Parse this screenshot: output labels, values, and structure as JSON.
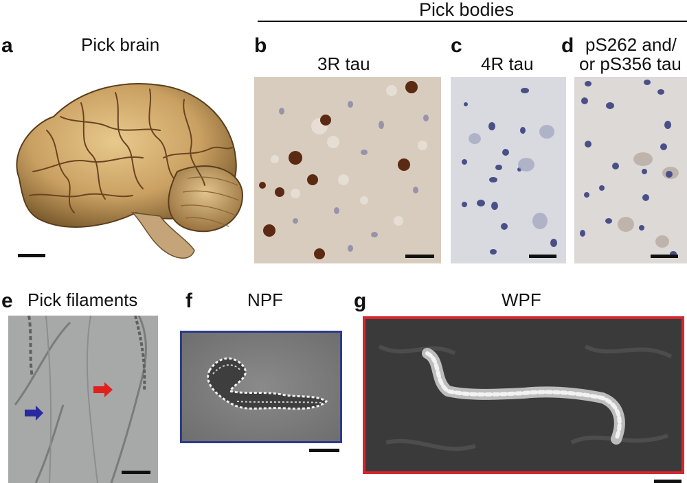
{
  "figure": {
    "header": "Pick bodies",
    "panels": {
      "a": {
        "letter": "a",
        "title": "Pick brain"
      },
      "b": {
        "letter": "b",
        "title": "3R tau"
      },
      "c": {
        "letter": "c",
        "title": "4R tau"
      },
      "d": {
        "letter": "d",
        "title_line1": "pS262 and/",
        "title_line2": "or pS356 tau"
      },
      "e": {
        "letter": "e",
        "title": "Pick filaments"
      },
      "f": {
        "letter": "f",
        "title": "NPF"
      },
      "g": {
        "letter": "g",
        "title": "WPF"
      }
    },
    "colors": {
      "npf_frame": "#2c3a8c",
      "wpf_frame": "#d62630",
      "blue_arrow": "#2a2aa0",
      "red_arrow": "#e0201c",
      "tau_stain": "#5a2a12",
      "nuclei": "#4a4f88"
    }
  }
}
